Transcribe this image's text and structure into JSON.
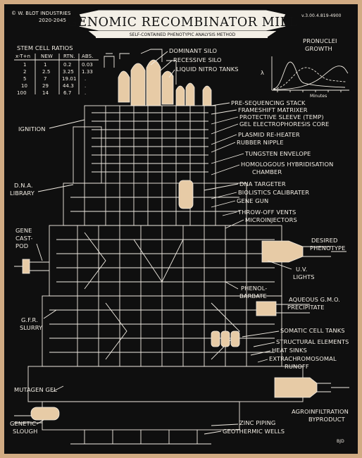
{
  "header": {
    "copyright": "© W. BLOT INDUSTRIES",
    "years": "2020-2045",
    "title": "GENOMIC RECOMBINATOR MILL",
    "subtitle": "SELF-CONTAINED PHENOTYPIC ANALYSIS METHOD",
    "version": "v.3.00.4.819-4900"
  },
  "stem_cell_ratios": {
    "title": "STEM CELL RATIOS",
    "columns": [
      "x-T+n",
      "NEW",
      "RTN.",
      "ABS."
    ],
    "rows": [
      [
        "1",
        "1",
        "0.2",
        "0.03"
      ],
      [
        "2",
        "2.5",
        "3.25",
        "1.33"
      ],
      [
        "5",
        "7",
        "19.01",
        "."
      ],
      [
        "10",
        "29",
        "44.3",
        "."
      ],
      [
        "100",
        "14",
        "6.7",
        "."
      ]
    ]
  },
  "pronuclei_graph": {
    "title_line1": "PRONUCLEI",
    "title_line2": "GROWTH",
    "ylabel": "λ",
    "xlabel": "Minutes"
  },
  "labels_right": [
    {
      "id": "dominant-silo",
      "text": "DOMINANT SILO"
    },
    {
      "id": "recessive-silo",
      "text": "RECESSIVE SILO"
    },
    {
      "id": "liquid-nitro-tanks",
      "text": "LIQUID NITRO TANKS"
    },
    {
      "id": "pre-sequencing-stack",
      "text": "PRE-SEQUENCING STACK"
    },
    {
      "id": "frameshift-matrixer",
      "text": "FRAMESHIFT MATRIXER"
    },
    {
      "id": "protective-sleeve",
      "text": "PROTECTIVE SLEEVE (TEMP)"
    },
    {
      "id": "gel-electrophoresis-core",
      "text": "GEL ELECTROPHORESIS CORE"
    },
    {
      "id": "plasmid-re-heater",
      "text": "PLASMID RE-HEATER"
    },
    {
      "id": "rubber-nipple",
      "text": "RUBBER NIPPLE"
    },
    {
      "id": "tungsten-envelope",
      "text": "TUNGSTEN ENVELOPE"
    },
    {
      "id": "homologous-1",
      "text": "HOMOLOGOUS HYBRIDISATION"
    },
    {
      "id": "homologous-2",
      "text": "CHAMBER"
    },
    {
      "id": "dna-targeter",
      "text": "DNA TARGETER"
    },
    {
      "id": "biolistics-calibrater",
      "text": "BIOLISTICS CALIBRATER"
    },
    {
      "id": "gene-gun",
      "text": "GENE GUN"
    },
    {
      "id": "throw-off-vents",
      "text": "THROW-OFF VENTS"
    },
    {
      "id": "microinjectors",
      "text": "MICROINJECTORS"
    },
    {
      "id": "desired-1",
      "text": "DESIRED"
    },
    {
      "id": "desired-2",
      "text": "PHENOTYPE"
    },
    {
      "id": "uv-1",
      "text": "U.V."
    },
    {
      "id": "uv-2",
      "text": "LIGHTS"
    },
    {
      "id": "phenol-1",
      "text": "PHENOL-"
    },
    {
      "id": "phenol-2",
      "text": "BARBATE"
    },
    {
      "id": "aqueous-1",
      "text": "AQUEOUS G.M.O."
    },
    {
      "id": "aqueous-2",
      "text": "PRECIPITATE"
    },
    {
      "id": "somatic-cell-tanks",
      "text": "SOMATIC CELL TANKS"
    },
    {
      "id": "structural-elements",
      "text": "STRUCTURAL ELEMENTS"
    },
    {
      "id": "heat-sinks",
      "text": "HEAT SINKS"
    },
    {
      "id": "extra-1",
      "text": "EXTRACHROMOSOMAL"
    },
    {
      "id": "extra-2",
      "text": "RUNOFF"
    },
    {
      "id": "agro-1",
      "text": "AGROINFILTRATION"
    },
    {
      "id": "agro-2",
      "text": "BYPRODUCT"
    },
    {
      "id": "zinc-piping",
      "text": "ZINC PIPING"
    },
    {
      "id": "geothermic-wells",
      "text": "GEOTHERMIC WELLS"
    }
  ],
  "labels_left": [
    {
      "id": "ignition",
      "text": "IGNITION"
    },
    {
      "id": "dna-library-1",
      "text": "D.N.A."
    },
    {
      "id": "dna-library-2",
      "text": "LIBRARY"
    },
    {
      "id": "gene-cast-pod-1",
      "text": "GENE"
    },
    {
      "id": "gene-cast-pod-2",
      "text": "CAST-"
    },
    {
      "id": "gene-cast-pod-3",
      "text": "POD"
    },
    {
      "id": "gfr-slurry-1",
      "text": "G.F.R."
    },
    {
      "id": "gfr-slurry-2",
      "text": "SLURRY"
    },
    {
      "id": "mutagen-gel",
      "text": "MUTAGEN GEL"
    },
    {
      "id": "genetic-slough-1",
      "text": "GENETIC"
    },
    {
      "id": "genetic-slough-2",
      "text": "SLOUGH"
    }
  ],
  "signature": "BJD",
  "colors": {
    "board": "#0f0f0f",
    "ink": "#f2ede4",
    "wood": "#d1ab83",
    "fill": "#e7cba6"
  }
}
